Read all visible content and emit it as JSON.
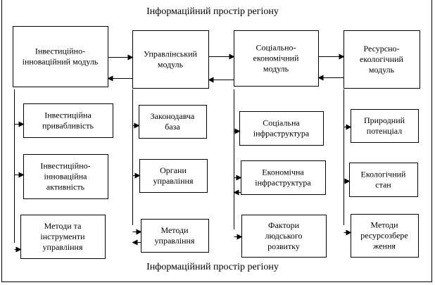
{
  "title_top": "Інформаційний простір регіону",
  "title_bottom": "Інформаційний простір регіону",
  "modules": [
    {
      "lines": [
        "Інвестиційно-",
        "інноваційний модуль"
      ]
    },
    {
      "lines": [
        "Управлінський",
        "модуль"
      ]
    },
    {
      "lines": [
        "Соціально-",
        "економічний",
        "модуль"
      ]
    },
    {
      "lines": [
        "Ресурсно-",
        "екологічний",
        "модуль"
      ]
    }
  ],
  "subs": [
    [
      {
        "lines": [
          "Інвестиційна",
          "привабливість"
        ]
      },
      {
        "lines": [
          "Інвестиційно-",
          "інноваційна",
          "активність"
        ]
      },
      {
        "lines": [
          "Методи та",
          "інструменти",
          "управління"
        ]
      }
    ],
    [
      {
        "lines": [
          "Законодавча",
          "база"
        ]
      },
      {
        "lines": [
          "Органи",
          "управління"
        ]
      },
      {
        "lines": [
          "Методи",
          "управління"
        ]
      }
    ],
    [
      {
        "lines": [
          "Соціальна",
          "інфраструктура"
        ]
      },
      {
        "lines": [
          "Економічна",
          "інфраструктура"
        ]
      },
      {
        "lines": [
          "Фактори",
          "людського",
          "розвитку"
        ]
      }
    ],
    [
      {
        "lines": [
          "Природний",
          "потенціал"
        ]
      },
      {
        "lines": [
          "Екологічний",
          "стан"
        ]
      },
      {
        "lines": [
          "Методи",
          "ресурсозбере",
          "ження"
        ]
      }
    ]
  ]
}
